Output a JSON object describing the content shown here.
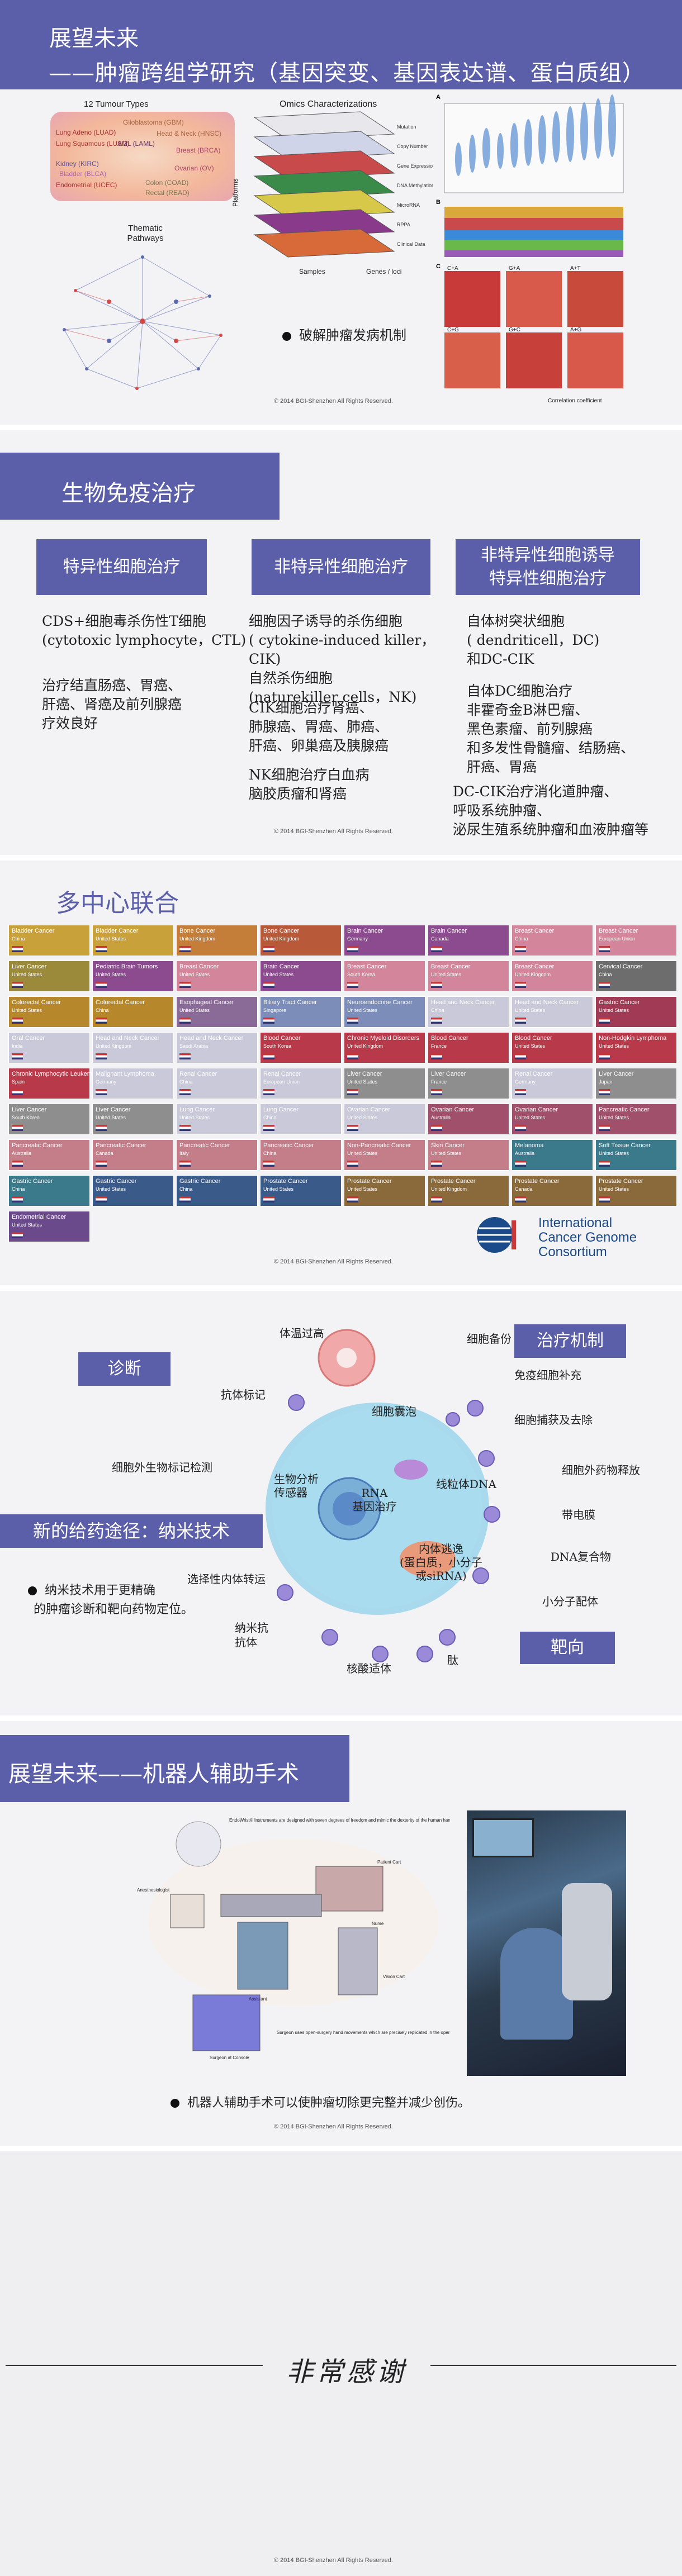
{
  "copyright": "© 2014 BGI-Shenzhen All Rights Reserved.",
  "slide1": {
    "title": "展望未来",
    "subtitle": "——肿瘤跨组学研究（基因突变、基因表达谱、蛋白质组）",
    "tumour_types_title": "12 Tumour Types",
    "tumour_types": [
      "Glioblastoma (GBM)",
      "Head & Neck (HNSC)",
      "Lung Adeno (LUAD)",
      "Lung Squamous (LUSC)",
      "Breast (BRCA)",
      "Kidney (KIRC)",
      "Bladder (BLCA)",
      "Ovarian (OV)",
      "Endometrial (UCEC)",
      "Colon (COAD)",
      "Rectal (READ)",
      "AML (LAML)"
    ],
    "thematic": "Thematic Pathways",
    "omics_title": "Omics Characterizations",
    "omics_layers": [
      "Mutation",
      "Copy Number",
      "Gene Expression",
      "DNA Methylation",
      "MicroRNA",
      "RPPA",
      "Clinical Data"
    ],
    "axis_platforms": "Platforms",
    "axis_samples": "Samples",
    "axis_genes": "Genes / loci",
    "bullet": "破解肿瘤发病机制",
    "panel_labels": [
      "A",
      "B",
      "C"
    ],
    "heat_labels": [
      "C+A",
      "G+A",
      "A+T",
      "C+G",
      "G+C",
      "A+G"
    ],
    "heat_axis": "Correlation coefficient"
  },
  "slide2": {
    "title": "生物免疫治疗",
    "col1_title": "特异性细胞治疗",
    "col1_text1": "CDS+细胞毒杀伤性T细胞\n(cytotoxic lymphocyte，CTL)",
    "col1_text2": "治疗结直肠癌、胃癌、\n肝癌、肾癌及前列腺癌\n疗效良好",
    "col2_title": "非特异性细胞治疗",
    "col2_text1": "细胞因子诱导的杀伤细胞\n( cytokine-induced killer，CIK)\n自然杀伤细胞\n(naturekiller cells，NK)",
    "col2_text2": "CIK细胞治疗肾癌、\n肺腺癌、胃癌、肺癌、\n肝癌、卵巢癌及胰腺癌",
    "col2_text3": "NK细胞治疗白血病\n脑胶质瘤和肾癌",
    "col3_title": "非特异性细胞诱导\n特异性细胞治疗",
    "col3_text1": "自体树突状细胞\n( dendriticell，DC)\n和DC-CIK",
    "col3_text2": "自体DC细胞治疗\n非霍奇金B淋巴瘤、\n黑色素瘤、前列腺癌\n和多发性骨髓瘤、结肠癌、\n肝癌、胃癌",
    "col3_text3": "DC-CIK治疗消化道肿瘤、\n呼吸系统肿瘤、\n泌尿生殖系统肿瘤和血液肿瘤等"
  },
  "slide3": {
    "title": "多中心联合",
    "logo_line1": "International",
    "logo_line2": "Cancer Genome",
    "logo_line3": "Consortium",
    "tiles": [
      {
        "n": "Bladder Cancer",
        "c": "China",
        "color": "#c9a13b"
      },
      {
        "n": "Bladder Cancer",
        "c": "United States",
        "color": "#c9a13b"
      },
      {
        "n": "Bone Cancer",
        "c": "United Kingdom",
        "color": "#c47e3a"
      },
      {
        "n": "Bone Cancer",
        "c": "United Kingdom",
        "color": "#b85a3a"
      },
      {
        "n": "Brain Cancer",
        "c": "Germany",
        "color": "#8b4b8e"
      },
      {
        "n": "Brain Cancer",
        "c": "Canada",
        "color": "#8b4b8e"
      },
      {
        "n": "Breast Cancer",
        "c": "China",
        "color": "#d3869b"
      },
      {
        "n": "Breast Cancer",
        "c": "European Union",
        "color": "#d3869b"
      },
      {
        "n": "Liver Cancer",
        "c": "United States",
        "color": "#9a8a3a"
      },
      {
        "n": "Pediatric Brain Tumors",
        "c": "United States",
        "color": "#8b4b8e"
      },
      {
        "n": "Breast Cancer",
        "c": "United States",
        "color": "#d3869b"
      },
      {
        "n": "Brain Cancer",
        "c": "United States",
        "color": "#8b4b8e"
      },
      {
        "n": "Breast Cancer",
        "c": "South Korea",
        "color": "#d3869b"
      },
      {
        "n": "Breast Cancer",
        "c": "United States",
        "color": "#d3869b"
      },
      {
        "n": "Breast Cancer",
        "c": "United Kingdom",
        "color": "#d3869b"
      },
      {
        "n": "Cervical Cancer",
        "c": "China",
        "color": "#6d6d6d"
      },
      {
        "n": "Colorectal Cancer",
        "c": "United States",
        "color": "#b6882b"
      },
      {
        "n": "Colorectal Cancer",
        "c": "China",
        "color": "#b6882b"
      },
      {
        "n": "Esophageal Cancer",
        "c": "United States",
        "color": "#8a6a96"
      },
      {
        "n": "Biliary Tract Cancer",
        "c": "Singapore",
        "color": "#7b8db8"
      },
      {
        "n": "Neuroendocrine Cancer",
        "c": "United States",
        "color": "#7b8db8"
      },
      {
        "n": "Head and Neck Cancer",
        "c": "China",
        "color": "#c9c9d9"
      },
      {
        "n": "Head and Neck Cancer",
        "c": "United States",
        "color": "#c9c9d9"
      },
      {
        "n": "Gastric Cancer",
        "c": "United States",
        "color": "#a03a55"
      },
      {
        "n": "Oral Cancer",
        "c": "India",
        "color": "#c9c9d9"
      },
      {
        "n": "Head and Neck Cancer",
        "c": "United Kingdom",
        "color": "#c9c9d9"
      },
      {
        "n": "Head and Neck Cancer",
        "c": "Saudi Arabia",
        "color": "#c9c9d9"
      },
      {
        "n": "Blood Cancer",
        "c": "South Korea",
        "color": "#b83a4a"
      },
      {
        "n": "Chronic Myeloid Disorders",
        "c": "United Kingdom",
        "color": "#b83a4a"
      },
      {
        "n": "Blood Cancer",
        "c": "France",
        "color": "#b83a4a"
      },
      {
        "n": "Blood Cancer",
        "c": "United States",
        "color": "#b83a4a"
      },
      {
        "n": "Non-Hodgkin Lymphoma",
        "c": "United States",
        "color": "#b83a4a"
      },
      {
        "n": "Chronic Lymphocytic Leukemia",
        "c": "Spain",
        "color": "#b83a4a"
      },
      {
        "n": "Malignant Lymphoma",
        "c": "Germany",
        "color": "#c9c9d9"
      },
      {
        "n": "Renal Cancer",
        "c": "China",
        "color": "#c9c9d9"
      },
      {
        "n": "Renal Cancer",
        "c": "European Union",
        "color": "#c9c9d9"
      },
      {
        "n": "Liver Cancer",
        "c": "United States",
        "color": "#8e8e8e"
      },
      {
        "n": "Liver Cancer",
        "c": "France",
        "color": "#8e8e8e"
      },
      {
        "n": "Renal Cancer",
        "c": "Germany",
        "color": "#c9c9d9"
      },
      {
        "n": "Liver Cancer",
        "c": "Japan",
        "color": "#8e8e8e"
      },
      {
        "n": "Liver Cancer",
        "c": "South Korea",
        "color": "#8e8e8e"
      },
      {
        "n": "Liver Cancer",
        "c": "United States",
        "color": "#8e8e8e"
      },
      {
        "n": "Lung Cancer",
        "c": "United States",
        "color": "#c9c9d9"
      },
      {
        "n": "Lung Cancer",
        "c": "China",
        "color": "#c9c9d9"
      },
      {
        "n": "Ovarian Cancer",
        "c": "United States",
        "color": "#c9c9d9"
      },
      {
        "n": "Ovarian Cancer",
        "c": "Australia",
        "color": "#a0506a"
      },
      {
        "n": "Ovarian Cancer",
        "c": "United States",
        "color": "#a0506a"
      },
      {
        "n": "Pancreatic Cancer",
        "c": "United States",
        "color": "#a0506a"
      },
      {
        "n": "Pancreatic Cancer",
        "c": "Australia",
        "color": "#c47e8a"
      },
      {
        "n": "Pancreatic Cancer",
        "c": "Canada",
        "color": "#c47e8a"
      },
      {
        "n": "Pancreatic Cancer",
        "c": "Italy",
        "color": "#c47e8a"
      },
      {
        "n": "Pancreatic Cancer",
        "c": "China",
        "color": "#c47e8a"
      },
      {
        "n": "Non-Pancreatic Cancer",
        "c": "United States",
        "color": "#c47e8a"
      },
      {
        "n": "Skin Cancer",
        "c": "United States",
        "color": "#c47e8a"
      },
      {
        "n": "Melanoma",
        "c": "Australia",
        "color": "#3a7a8a"
      },
      {
        "n": "Soft Tissue Cancer",
        "c": "United States",
        "color": "#3a7a8a"
      },
      {
        "n": "Gastric Cancer",
        "c": "China",
        "color": "#3a7a8a"
      },
      {
        "n": "Gastric Cancer",
        "c": "United States",
        "color": "#3a5a8a"
      },
      {
        "n": "Gastric Cancer",
        "c": "China",
        "color": "#3a5a8a"
      },
      {
        "n": "Prostate Cancer",
        "c": "United States",
        "color": "#3a5a8a"
      },
      {
        "n": "Prostate Cancer",
        "c": "United States",
        "color": "#8a6a3a"
      },
      {
        "n": "Prostate Cancer",
        "c": "United Kingdom",
        "color": "#8a6a3a"
      },
      {
        "n": "Prostate Cancer",
        "c": "Canada",
        "color": "#8a6a3a"
      },
      {
        "n": "Prostate Cancer",
        "c": "United States",
        "color": "#8a6a3a"
      },
      {
        "n": "Endometrial Cancer",
        "c": "United States",
        "color": "#6a4a8a"
      }
    ]
  },
  "slide4": {
    "diag": "诊断",
    "mech": "治疗机制",
    "deliver": "新的给药途径：纳米技术",
    "target": "靶向",
    "bullet1": "纳米技术用于更精确",
    "bullet2": "的肿瘤诊断和靶向药物定位。",
    "labels": {
      "tumor_bulk": "体温过高",
      "backup": "细胞备份",
      "antibody_mark": "抗体标记",
      "immune": "免疫细胞补充",
      "vesicle": "细胞囊泡",
      "capture": "细胞捕获及去除",
      "biomarker": "细胞外生物标记检测",
      "release": "细胞外药物释放",
      "sensor": "生物分析\n传感器",
      "gene_therapy": "RNA\n基因治疗",
      "linear_dna": "线粒体DNA",
      "charged": "带电膜",
      "endocytosis": "内体逃逸\n(蛋白质，小分子\n或siRNA)",
      "dna_complex": "DNA复合物",
      "select": "选择性内体转运",
      "small_ligand": "小分子配体",
      "nano_antibody": "纳米抗\n抗体",
      "nucleic": "核酸适体",
      "peptide": "肽"
    }
  },
  "slide5": {
    "title": "展望未来——机器人辅助手术",
    "bullet": "机器人辅助手术可以使肿瘤切除更完整并减少创伤。",
    "fig_labels": {
      "endowrist": "EndoWrist® Instruments are designed with seven degrees of freedom and mimic the dexterity of the human hand and wrist",
      "patient_cart": "Patient Cart",
      "anesthesiologist": "Anesthesiologist",
      "assistant": "Assistant",
      "nurse": "Nurse",
      "vision_cart": "Vision Cart",
      "surgeon_at_console": "Surgeon at Console",
      "surgeon_note": "Surgeon uses open-surgery hand movements which are precisely replicated in the operative field by the EndoWrist® instruments"
    }
  },
  "slide6": {
    "thanks": "非常感谢"
  },
  "colors": {
    "accent": "#5b5ea8",
    "banner": "#5b5ea8"
  }
}
